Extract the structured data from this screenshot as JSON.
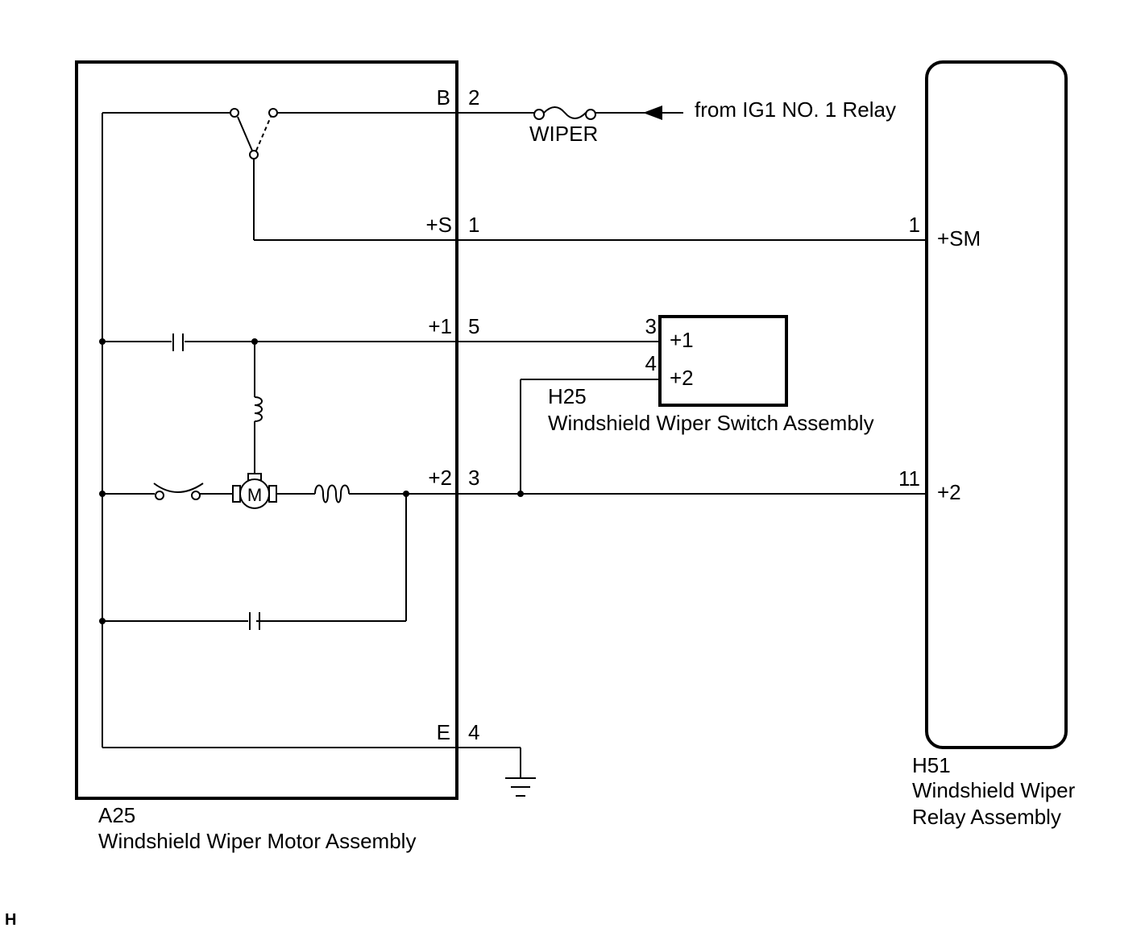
{
  "motor": {
    "id": "A25",
    "name": "Windshield Wiper Motor Assembly",
    "motor_symbol": "M",
    "terminals": [
      {
        "label": "B",
        "pin": "2"
      },
      {
        "label": "+S",
        "pin": "1"
      },
      {
        "label": "+1",
        "pin": "5"
      },
      {
        "label": "+2",
        "pin": "3"
      },
      {
        "label": "E",
        "pin": "4"
      }
    ]
  },
  "fuse": {
    "label": "WIPER"
  },
  "source": {
    "label": "from IG1 NO. 1 Relay"
  },
  "switch_assy": {
    "id": "H25",
    "name": "Windshield Wiper Switch Assembly",
    "terminals": [
      {
        "pin": "3",
        "label": "+1"
      },
      {
        "pin": "4",
        "label": "+2"
      }
    ]
  },
  "relay": {
    "id": "H51",
    "name_line1": "Windshield Wiper",
    "name_line2": "Relay Assembly",
    "terminals": [
      {
        "pin": "1",
        "label": "+SM"
      },
      {
        "pin": "11",
        "label": "+2"
      }
    ]
  },
  "footer": {
    "code": "H"
  }
}
